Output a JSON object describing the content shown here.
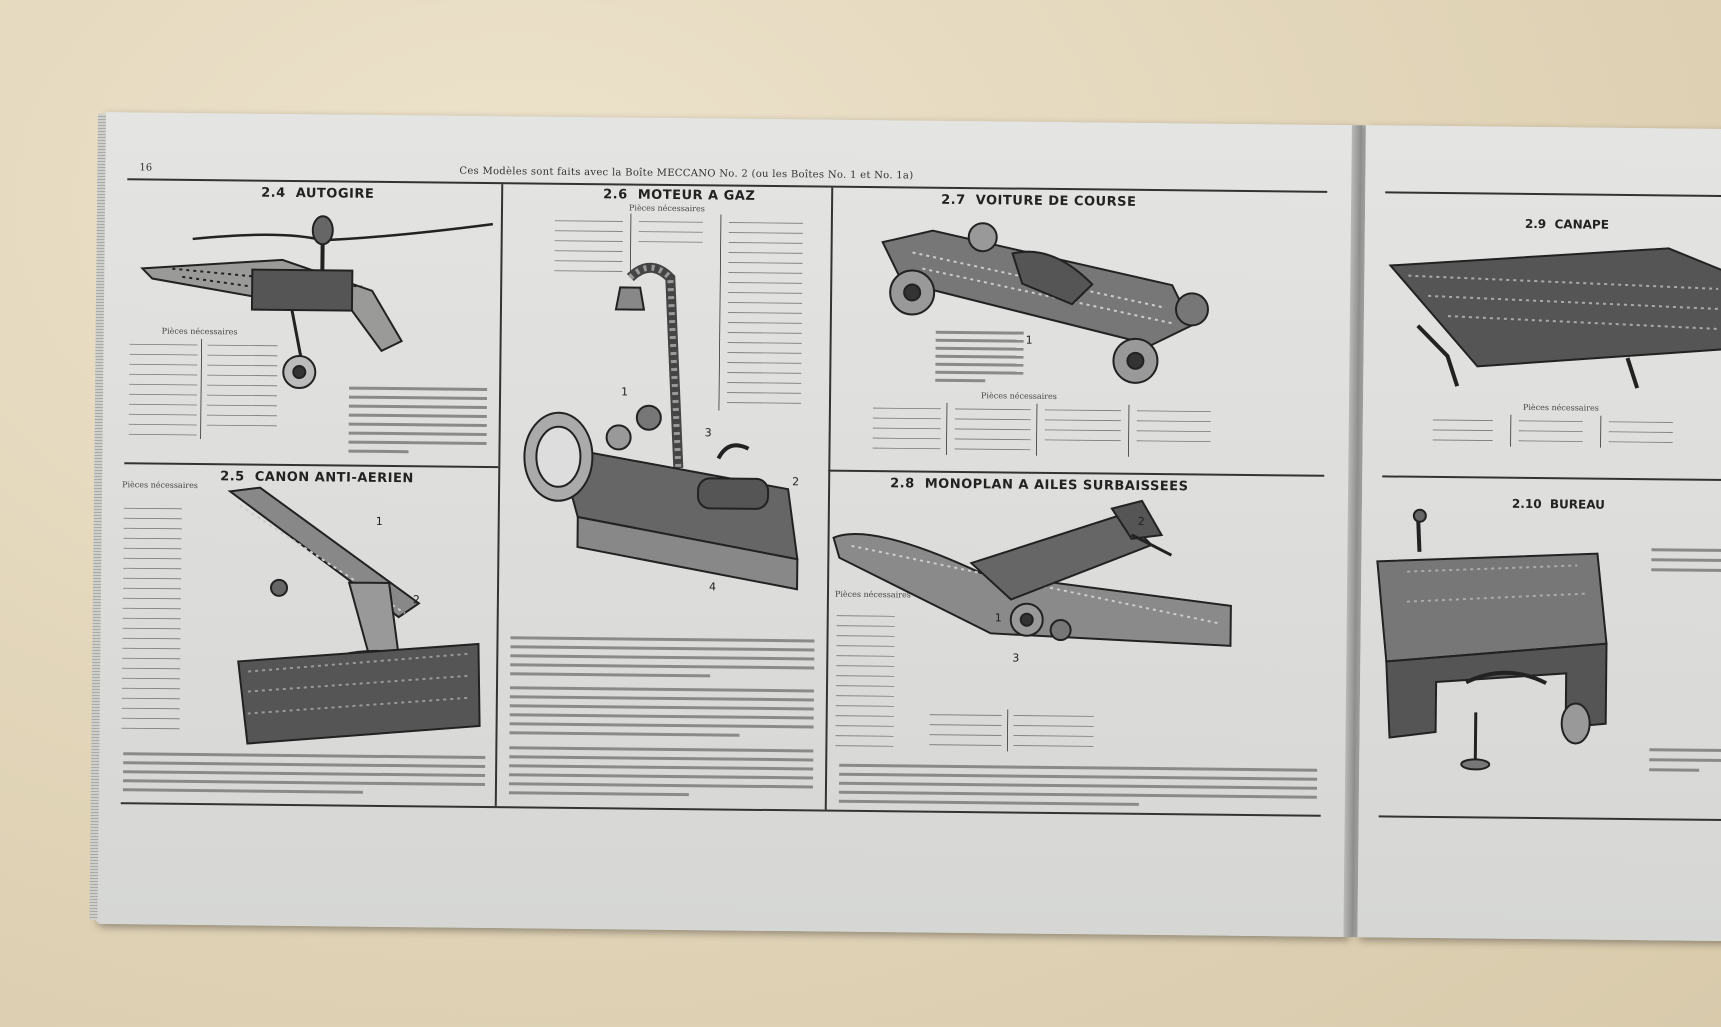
{
  "header": {
    "page_number": "16",
    "title": "Ces Modèles sont faits avec la Boîte MECCANO No. 2 (ou les Boîtes No. 1 et No. 1a)"
  },
  "models": {
    "autogire": {
      "number": "2.4",
      "name": "AUTOGIRE"
    },
    "moteur": {
      "number": "2.6",
      "name": "MOTEUR A GAZ"
    },
    "voiture": {
      "number": "2.7",
      "name": "VOITURE DE COURSE"
    },
    "canon": {
      "number": "2.5",
      "name": "CANON ANTI-AERIEN"
    },
    "monoplan": {
      "number": "2.8",
      "name": "MONOPLAN A AILES SURBAISSEES"
    },
    "canape": {
      "number": "2.9",
      "name": "CANAPE"
    },
    "bureau": {
      "number": "2.10",
      "name": "BUREAU"
    }
  },
  "labels": {
    "pieces": "Pièces nécessaires"
  },
  "callouts": [
    "1",
    "2",
    "3",
    "4"
  ],
  "colors": {
    "paper": "#dcdddc",
    "ink": "#222222",
    "background": "#e4d8be"
  }
}
